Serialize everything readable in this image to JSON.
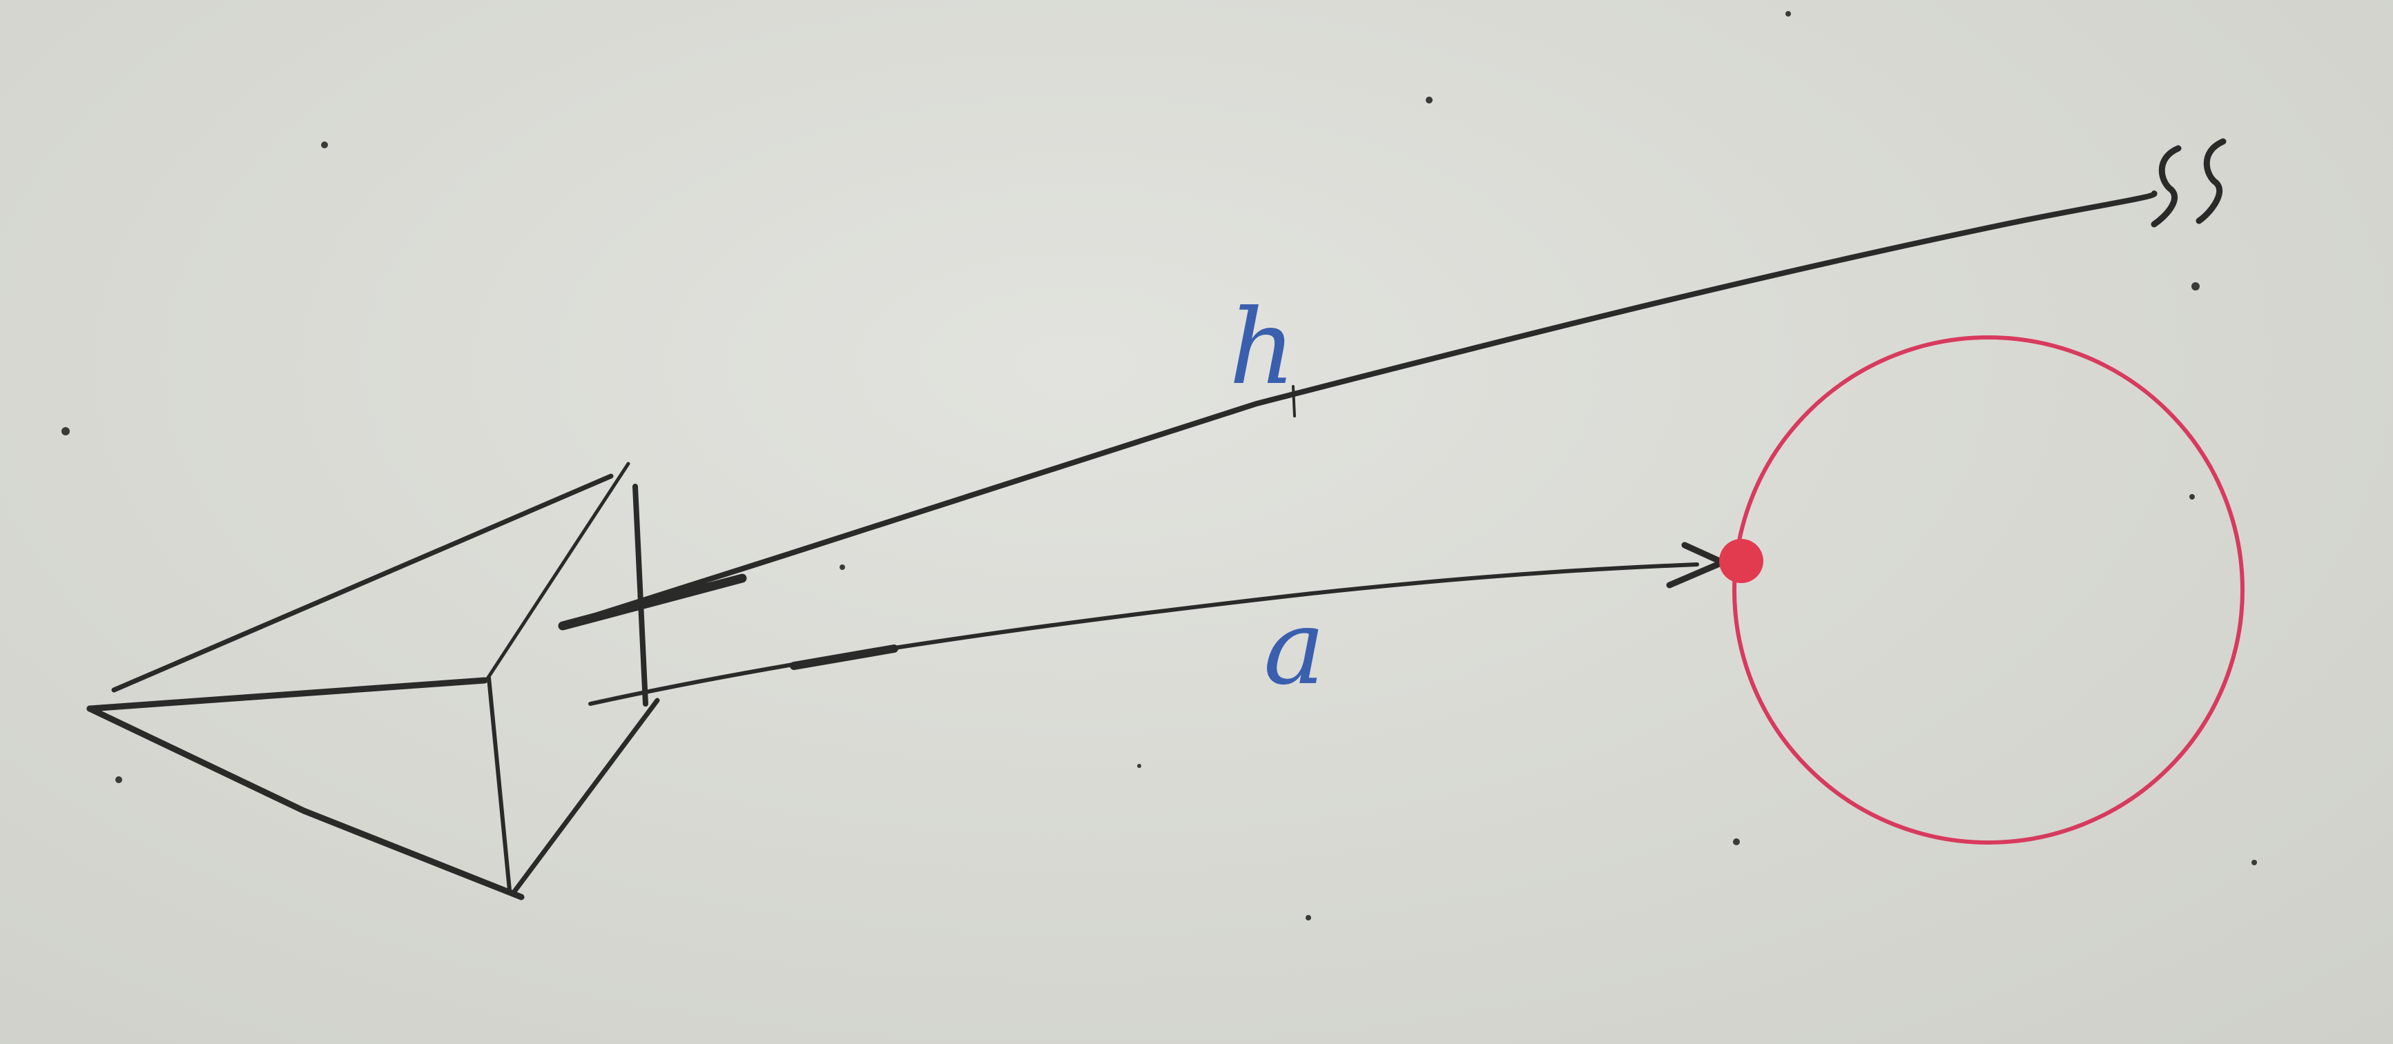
{
  "diagram": {
    "labels": {
      "upper_line": "h",
      "lower_line": "a"
    },
    "colors": {
      "board": "#d9dad4",
      "ink_black": "#2a2a28",
      "ink_blue": "#3a5fae",
      "ink_red": "#d83a5e"
    },
    "elements": {
      "cone": "cone-shape",
      "upper_ray": "ray-to-infinity",
      "break_mark": "break-symbol",
      "lower_ray": "arrow-to-point",
      "target_point": "red-dot",
      "circle": "red-circle"
    }
  }
}
